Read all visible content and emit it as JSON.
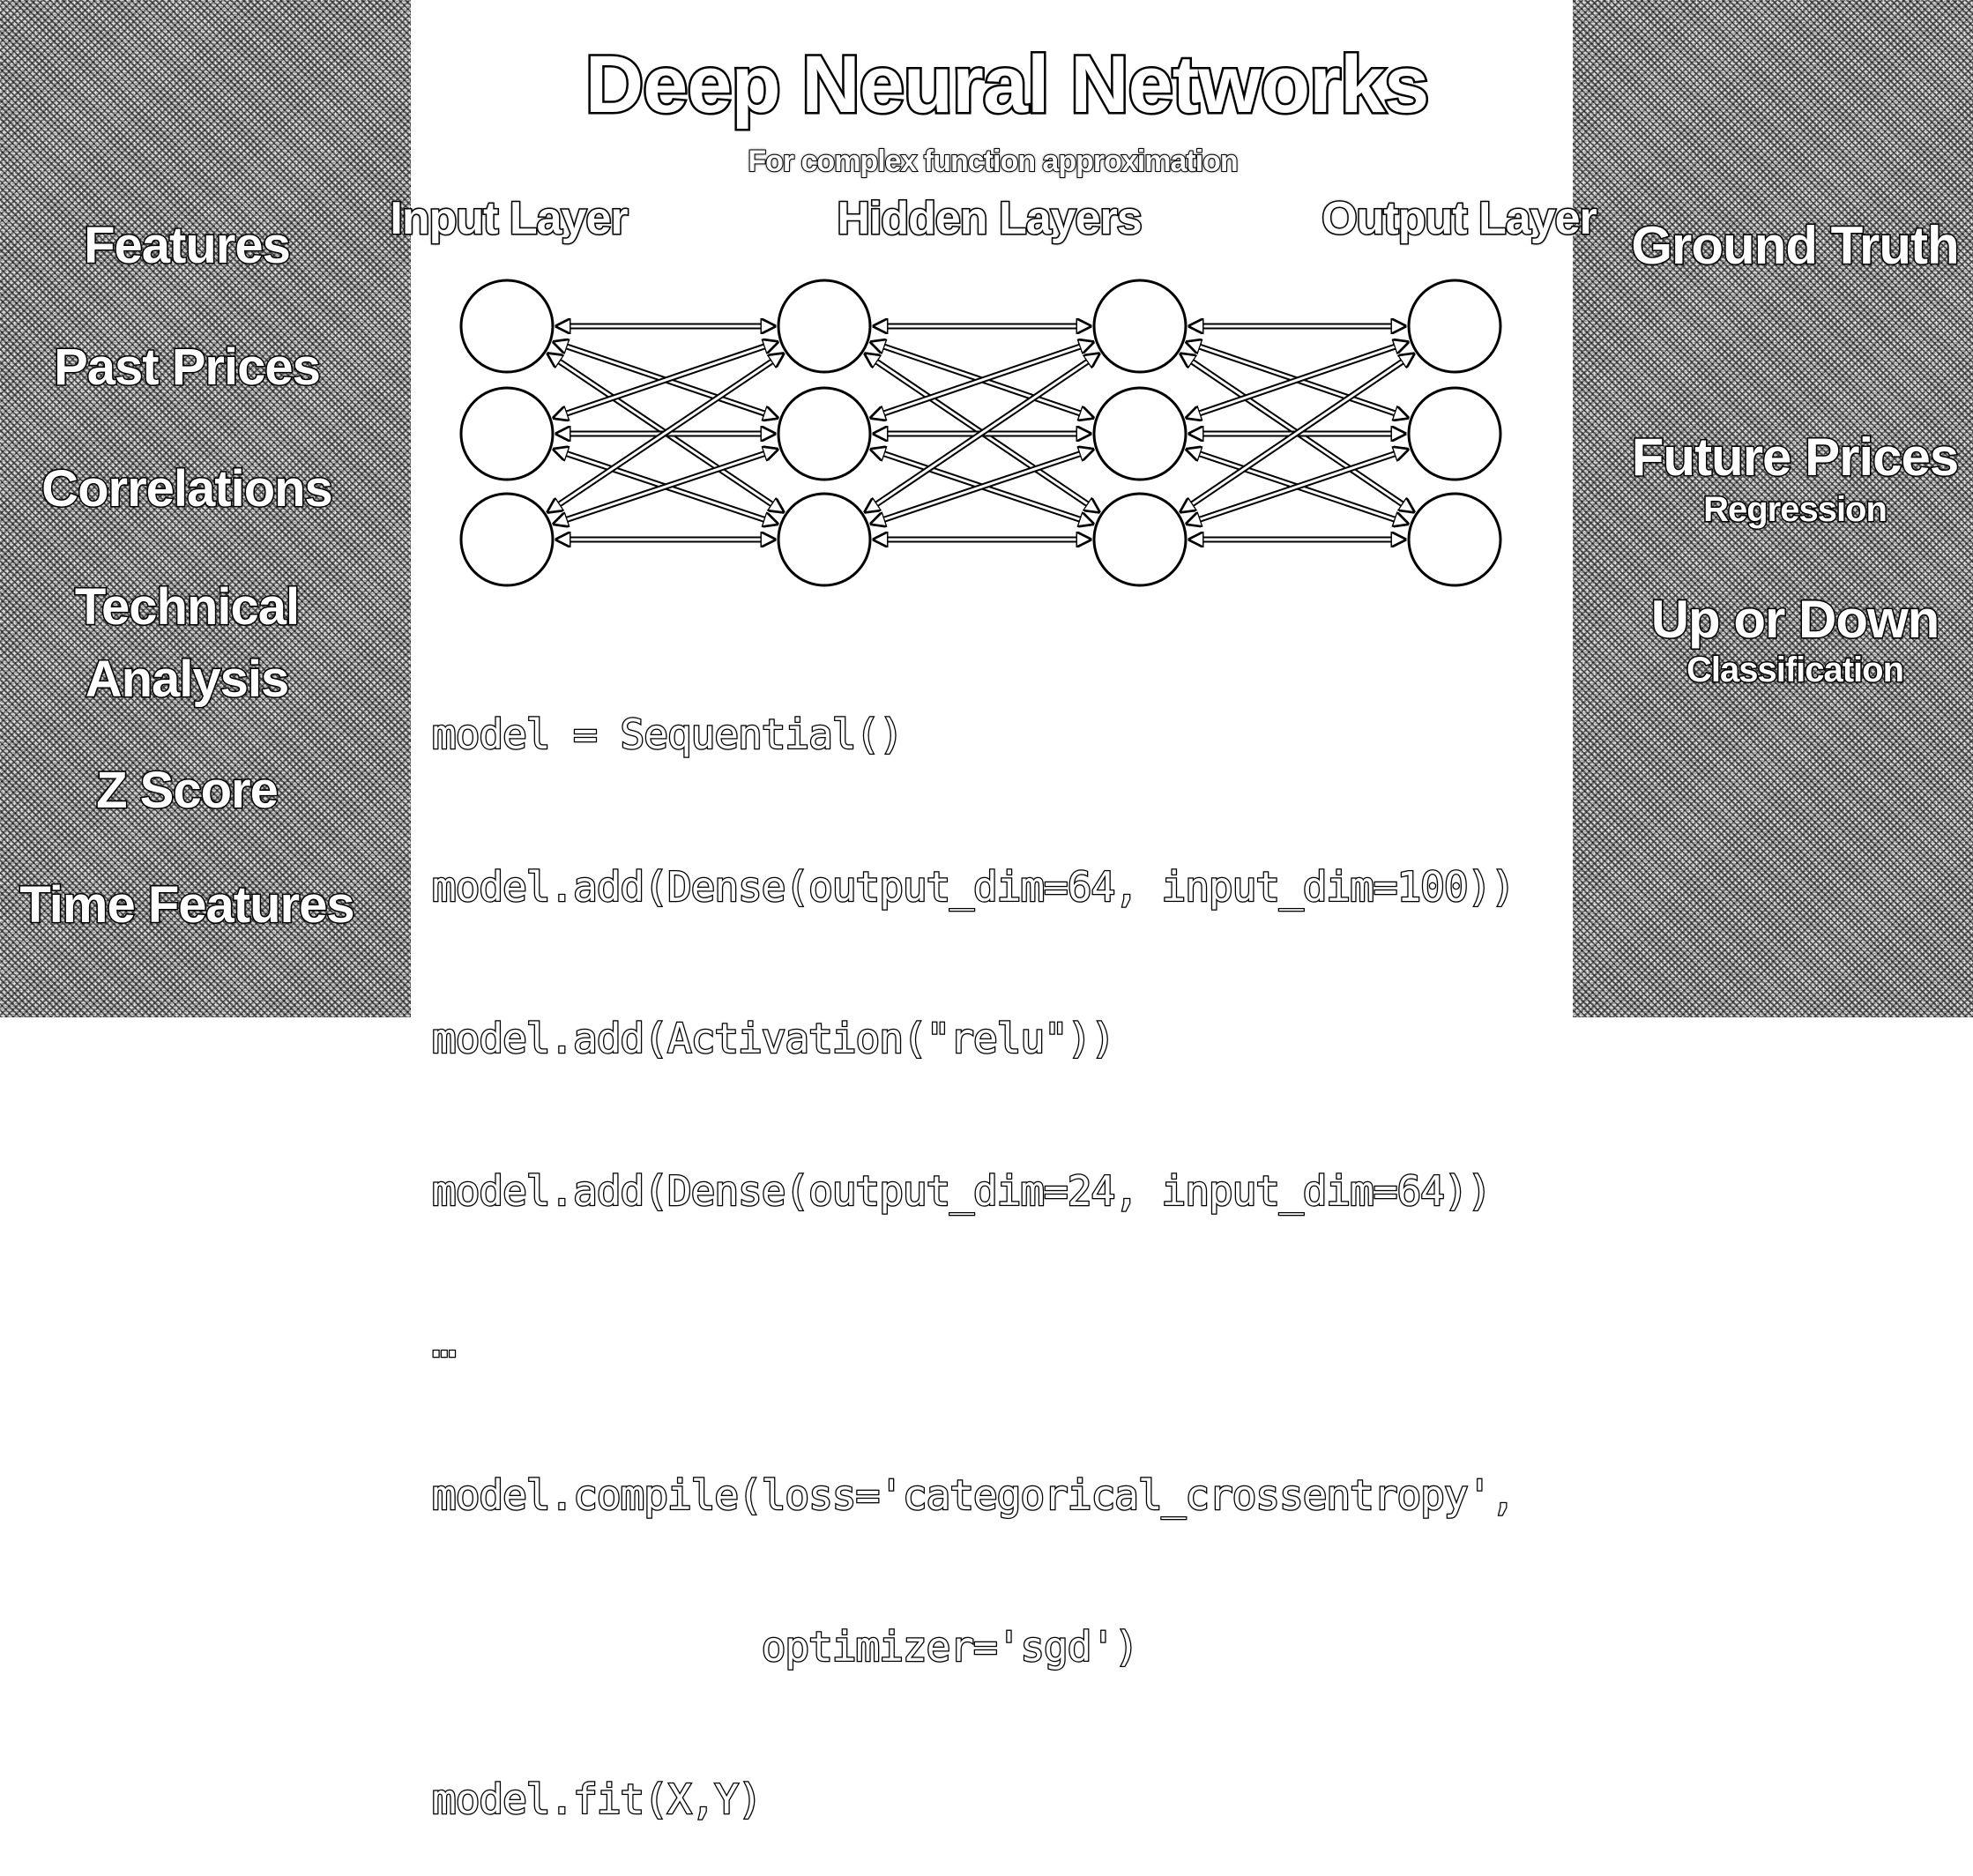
{
  "title": "Deep Neural Networks",
  "subtitle": "For complex function approximation",
  "layers": {
    "input": "Input Layer",
    "hidden": "Hidden Layers",
    "output": "Output Layer"
  },
  "features": {
    "heading": "Features",
    "items": [
      "Past Prices",
      "Correlations",
      "Technical Analysis",
      "Z Score",
      "Time Features"
    ]
  },
  "targets": {
    "heading": "Ground Truth",
    "regression_title": "Future Prices",
    "regression_sub": "Regression",
    "classification_title": "Up or Down",
    "classification_sub": "Classification"
  },
  "network": {
    "layers": 4,
    "nodes_per_layer": 3
  },
  "code": [
    "model = Sequential()",
    "model.add(Dense(output_dim=64, input_dim=100))",
    "model.add(Activation(\"relu\"))",
    "model.add(Dense(output_dim=24, input_dim=64))",
    "…",
    "model.compile(loss='categorical_crossentropy',",
    "              optimizer='sgd')",
    "model.fit(X,Y)"
  ]
}
